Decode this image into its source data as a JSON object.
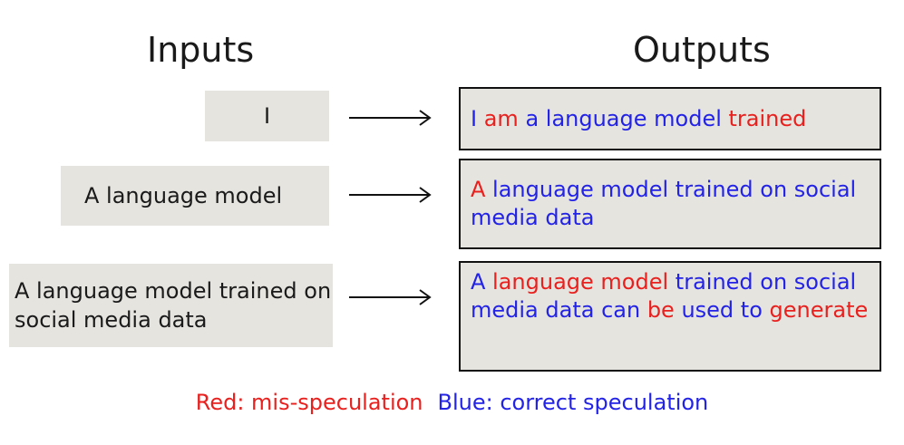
{
  "headings": {
    "inputs": "Inputs",
    "outputs": "Outputs"
  },
  "colors": {
    "mis_speculation": "#e8201e",
    "correct_speculation": "#2323e6",
    "box_fill": "#e6e4df"
  },
  "rows": [
    {
      "input": "I",
      "output_tokens": [
        {
          "text": "I",
          "status": "correct"
        },
        {
          "text": " ",
          "status": "correct"
        },
        {
          "text": "am",
          "status": "mis"
        },
        {
          "text": " a language model ",
          "status": "correct"
        },
        {
          "text": "trained",
          "status": "mis"
        }
      ]
    },
    {
      "input": "A language model",
      "output_tokens": [
        {
          "text": "A",
          "status": "mis"
        },
        {
          "text": " language model trained on social media data",
          "status": "correct"
        }
      ]
    },
    {
      "input": "A language model trained on social media data",
      "output_tokens": [
        {
          "text": "A ",
          "status": "correct"
        },
        {
          "text": "language model",
          "status": "mis"
        },
        {
          "text": " trained on social media data can ",
          "status": "correct"
        },
        {
          "text": "be",
          "status": "mis"
        },
        {
          "text": " used to ",
          "status": "correct"
        },
        {
          "text": "generate",
          "status": "mis"
        }
      ]
    }
  ],
  "legend": {
    "red": "Red: mis-speculation",
    "blue": "Blue: correct speculation"
  }
}
